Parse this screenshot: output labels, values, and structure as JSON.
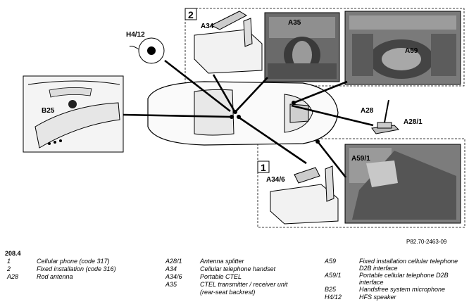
{
  "figure_number": "208.4",
  "reference_code": "P82.70-2463-09",
  "diagram_labels": {
    "h4_12": "H4/12",
    "a34": "A34",
    "a35": "A35",
    "a59": "A59",
    "b25": "B25",
    "a28": "A28",
    "a28_1": "A28/1",
    "a59_1": "A59/1",
    "a34_6": "A34/6",
    "box_2": "2",
    "box_1": "1"
  },
  "legend_col1": [
    {
      "code": "1",
      "text": "Cellular phone (code 317)"
    },
    {
      "code": "2",
      "text": "Fixed installation (code 316)"
    },
    {
      "code": "A28",
      "text": "Rod antenna"
    }
  ],
  "legend_col2": [
    {
      "code": "A28/1",
      "text": "Antenna splitter"
    },
    {
      "code": "A34",
      "text": "Cellular telephone handset"
    },
    {
      "code": "A34/6",
      "text": "Portable CTEL"
    },
    {
      "code": "A35",
      "text": "CTEL transmitter / receiver unit"
    },
    {
      "code": "",
      "text": "(rear-seat backrest)"
    }
  ],
  "legend_col3": [
    {
      "code": "A59",
      "text": "Fixed installation cellular telephone D2B interface"
    },
    {
      "code": "A59/1",
      "text": "Portable cellular telephone D2B interface"
    },
    {
      "code": "B25",
      "text": "Handsfree system microphone"
    },
    {
      "code": "H4/12",
      "text": "HFS speaker"
    }
  ]
}
